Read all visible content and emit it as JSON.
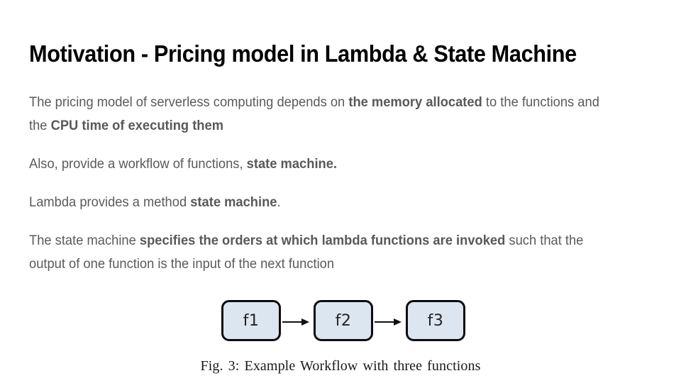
{
  "slide": {
    "title": "Motivation - Pricing model in Lambda & State Machine",
    "background_color": "#ffffff",
    "text_color": "#5a5a5a",
    "title_color": "#000000",
    "paragraphs": [
      {
        "id": "pricing-model",
        "runs": [
          {
            "text": "The pricing model of serverless computing depends on ",
            "bold": false
          },
          {
            "text": "the memory allocated",
            "bold": true
          },
          {
            "text": " to the functions and the ",
            "bold": false
          },
          {
            "text": "CPU time of executing them",
            "bold": true
          }
        ]
      },
      {
        "id": "workflow-of-functions",
        "runs": [
          {
            "text": "Also, provide a workflow of functions, ",
            "bold": false
          },
          {
            "text": "state machine.",
            "bold": true
          }
        ]
      },
      {
        "id": "lambda-method",
        "runs": [
          {
            "text": "Lambda provides a method ",
            "bold": false
          },
          {
            "text": "state machine",
            "bold": true
          },
          {
            "text": ".",
            "bold": false
          }
        ]
      },
      {
        "id": "state-machine-orders",
        "runs": [
          {
            "text": "The state machine ",
            "bold": false
          },
          {
            "text": "specifies the orders at which lambda functions are invoked",
            "bold": true
          },
          {
            "text": " such that the output of one function is the input of the next function",
            "bold": false
          }
        ]
      }
    ]
  },
  "figure": {
    "caption": "Fig. 3: Example Workflow with three functions",
    "node_fill_color": "#dce6f1",
    "node_border_color": "#0d0d0d",
    "arrow_color": "#111111",
    "nodes": [
      {
        "id": "f1",
        "label": "f1"
      },
      {
        "id": "f2",
        "label": "f2"
      },
      {
        "id": "f3",
        "label": "f3"
      }
    ],
    "edges": [
      {
        "from": "f1",
        "to": "f2"
      },
      {
        "from": "f2",
        "to": "f3"
      }
    ]
  }
}
